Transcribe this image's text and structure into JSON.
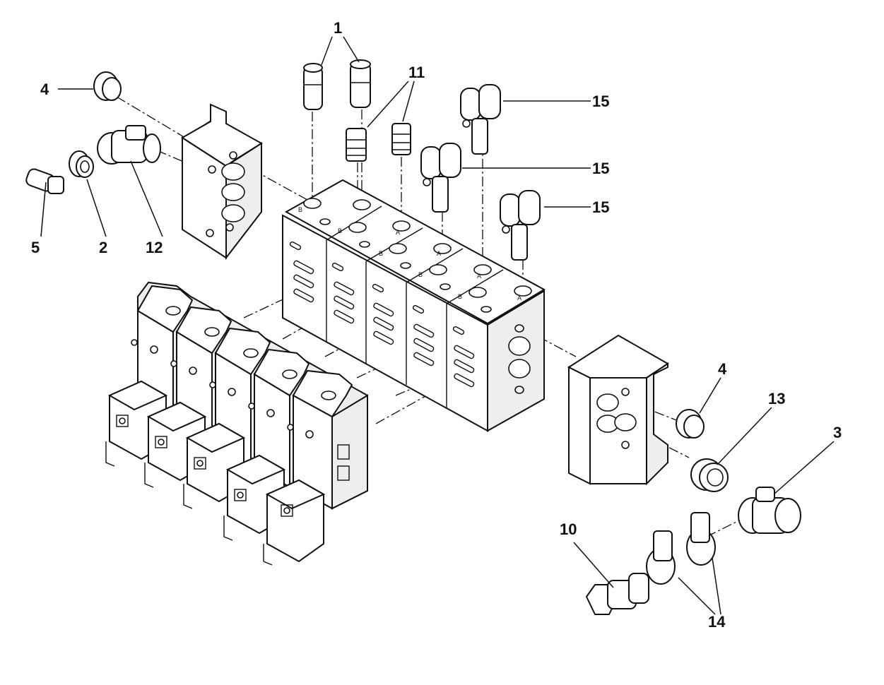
{
  "callouts": {
    "c1": "1",
    "c11": "11",
    "c4a": "4",
    "c15a": "15",
    "c15b": "15",
    "c15c": "15",
    "c5": "5",
    "c2": "2",
    "c12": "12",
    "c4b": "4",
    "c13": "13",
    "c3": "3",
    "c10": "10",
    "c14": "14"
  },
  "port_marks": {
    "a": "A",
    "b": "B"
  },
  "colors": {
    "line": "#111111",
    "background": "#ffffff"
  }
}
